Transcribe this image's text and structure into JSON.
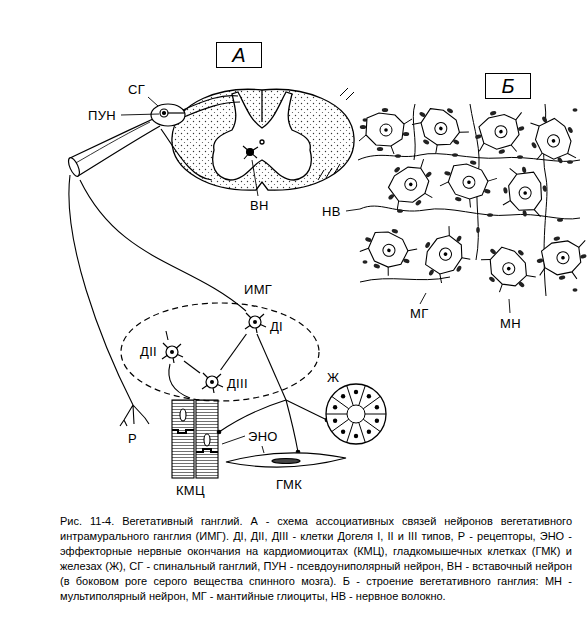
{
  "diagram": {
    "caption": "Рис. 11-4. Вегетативный ганглий. А - схема ассоциативных связей нейронов вегетативного интрамурального ганглия (ИМГ). ДI, ДII, ДIII - клетки Догеля I, II и III типов, Р - рецепторы, ЭНО - эффекторные нервные окончания на кардиомиоцитах (КМЦ), гладкомышечных клетках (ГМК) и железах (Ж), СГ - спинальный ганглий, ПУН - псевдоуниполярный нейрон, ВН - вставочный нейрон (в боковом роге серого вещества спинного мозга). Б - строение вегетативного ганглия: МН - мультиполярный нейрон, МГ - мантийные глиоциты, НВ - нервное волокно.",
    "nodes": [
      {
        "text": [
          "А"
        ]
      },
      {
        "text": [
          "Б"
        ]
      },
      {
        "text": [
          "ИМГ"
        ]
      },
      {
        "text": [
          "ДII"
        ],
        "in": 2
      },
      {
        "text": [
          "ДI"
        ],
        "in": 2
      },
      {
        "text": [
          "ДIII"
        ],
        "in": 2
      }
    ],
    "edges": [
      {
        "from": 5,
        "to": 4,
        "arrow": "none"
      },
      {
        "from": 5,
        "to": 3,
        "arrow": "none"
      }
    ],
    "labels": [
      "СГ",
      "ПУН",
      "ВН",
      "Р",
      "КМЦ",
      "ЭНО",
      "ГМК",
      "Ж",
      "НВ",
      "МГ",
      "МН"
    ]
  }
}
